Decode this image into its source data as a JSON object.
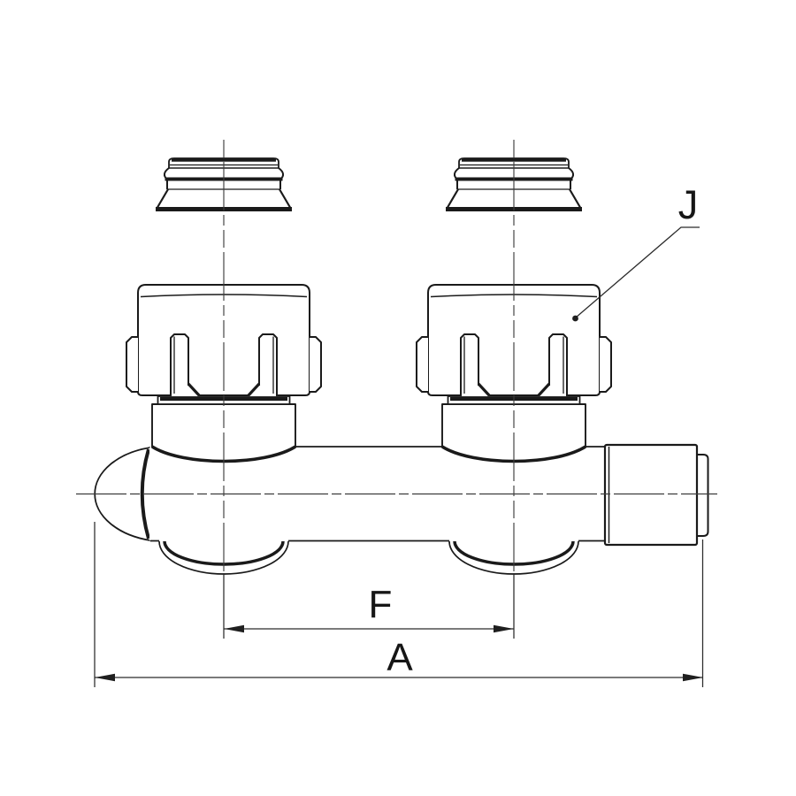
{
  "drawing": {
    "labels": {
      "part_callout": "J",
      "dimension_inner_span": "F",
      "dimension_overall_span": "A"
    },
    "colors": {
      "outline": "#1a1a1a",
      "dimension_lines": "#2b2b2b",
      "centerlines": "#3d3d3d",
      "background": "#ffffff"
    }
  }
}
